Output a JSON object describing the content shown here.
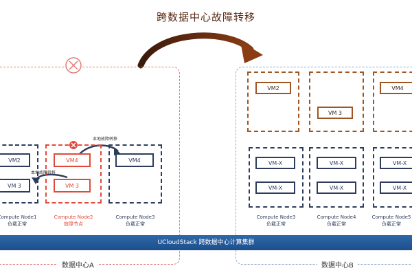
{
  "title": "跨数据中心故障转移",
  "cluster_bar": "UCloudStack 跨数据中心计算集群",
  "datacenters": {
    "a_label": "数据中心A",
    "b_label": "数据中心B"
  },
  "annotations": {
    "local_failover_top": "本地故障转移",
    "local_failover_left": "本地故障转移"
  },
  "dc_a": {
    "node1": {
      "vm_top": "VM2",
      "vm_bottom": "VM 3",
      "name": "Compute Node1",
      "status": "负载正常"
    },
    "node2": {
      "vm_top": "VM4",
      "vm_bottom": "VM 3",
      "name": "Compute Node2",
      "status": "故障节点"
    },
    "node3": {
      "vm": "VM4",
      "name": "Compute Node3",
      "status": "负载正常"
    }
  },
  "dc_b_top": {
    "vm_a": "VM2",
    "vm_b": "VM 3",
    "vm_c": "VM4"
  },
  "dc_b_bottom": {
    "node3": {
      "vm_top": "VM-X",
      "vm_bottom": "VM-X",
      "name": "Compute Node3",
      "status": "负载正常"
    },
    "node4": {
      "vm_top": "VM-X",
      "vm_bottom": "VM-X",
      "name": "Compute Node4",
      "status": "负载正常"
    },
    "node5": {
      "vm_top": "VM-X",
      "vm_bottom": "VM-X",
      "name": "Compute Node5",
      "status": "负载正常"
    }
  },
  "colors": {
    "fault": "#e14a3a",
    "normal": "#2d3c5c",
    "migrated": "#a0541f",
    "bar": "#1c4f8c"
  },
  "icons": {
    "dc_fault": "circle-x-icon",
    "node_fault": "fault-x-icon",
    "failover_arrow": "curved-arrow-icon"
  }
}
